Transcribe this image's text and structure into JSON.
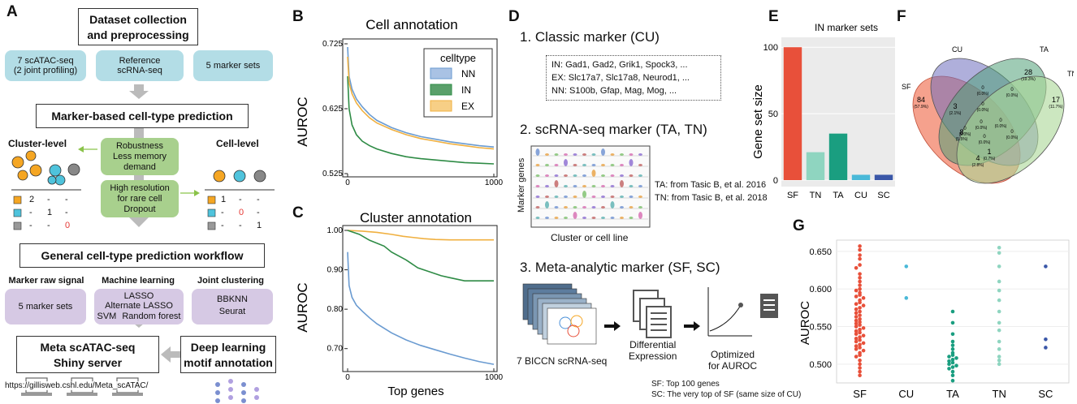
{
  "panel_labels": {
    "a": "A",
    "b": "B",
    "c": "C",
    "d": "D",
    "e": "E",
    "f": "F",
    "g": "G"
  },
  "panel_a": {
    "dataset_box": "Dataset collection\nand preprocessing",
    "scatac": "7 scATAC-seq\n(2 joint profiling)",
    "reference": "Reference\nscRNA-seq",
    "markers": "5 marker sets",
    "marker_pred": "Marker-based cell-type prediction",
    "cluster_level": "Cluster-level",
    "cell_level": "Cell-level",
    "robustness": "Robustness\nLess memory\ndemand",
    "high_res": "High resolution\nfor rare cell\nDropout",
    "cluster_table": [
      [
        "2",
        "-",
        "-"
      ],
      [
        "-",
        "1",
        "-"
      ],
      [
        "-",
        "-",
        "0"
      ]
    ],
    "cell_table": [
      [
        "1",
        "-",
        "-"
      ],
      [
        "-",
        "0",
        "-"
      ],
      [
        "-",
        "-",
        "1"
      ]
    ],
    "general_workflow": "General cell-type prediction workflow",
    "raw_signal_title": "Marker raw signal",
    "raw_signal_body": "5 marker sets",
    "ml_title": "Machine learning",
    "ml_lasso": "LASSO",
    "ml_alt": "Alternate LASSO",
    "ml_svm": "SVM",
    "ml_rf": "Random forest",
    "jc_title": "Joint clustering",
    "jc_bbknn": "BBKNN",
    "jc_seurat": "Seurat",
    "meta_box": "Meta scATAC-seq\nShiny server",
    "deep_box": "Deep learning\nmotif annotation",
    "url": "https://gillisweb.cshl.edu/Meta_scATAC/"
  },
  "panel_b": {
    "chart_data": {
      "type": "line",
      "title": "Cell annotation",
      "xlabel": "",
      "ylabel": "AUROC",
      "xlim": [
        0,
        1000
      ],
      "ylim": [
        0.525,
        0.725
      ],
      "yticks": [
        "0.725",
        "0.625",
        "0.525"
      ],
      "xticks": [
        "0",
        "1000"
      ],
      "legend_title": "celltype",
      "series": [
        {
          "name": "NN",
          "color": "#6a9bd1",
          "x": [
            0,
            10,
            30,
            60,
            100,
            150,
            200,
            300,
            400,
            500,
            600,
            700,
            800,
            900,
            1000
          ],
          "y": [
            0.72,
            0.675,
            0.655,
            0.64,
            0.628,
            0.616,
            0.607,
            0.596,
            0.588,
            0.582,
            0.578,
            0.574,
            0.571,
            0.568,
            0.566
          ]
        },
        {
          "name": "IN",
          "color": "#2e8b45",
          "x": [
            0,
            10,
            30,
            60,
            100,
            150,
            200,
            300,
            400,
            500,
            600,
            700,
            800,
            900,
            1000
          ],
          "y": [
            0.675,
            0.625,
            0.6,
            0.585,
            0.575,
            0.568,
            0.563,
            0.556,
            0.551,
            0.548,
            0.546,
            0.544,
            0.542,
            0.541,
            0.54
          ]
        },
        {
          "name": "EX",
          "color": "#f0b040",
          "x": [
            0,
            10,
            30,
            60,
            100,
            150,
            200,
            300,
            400,
            500,
            600,
            700,
            800,
            900,
            1000
          ],
          "y": [
            0.705,
            0.665,
            0.648,
            0.634,
            0.622,
            0.611,
            0.603,
            0.593,
            0.585,
            0.579,
            0.575,
            0.571,
            0.568,
            0.565,
            0.563
          ]
        }
      ]
    }
  },
  "panel_c": {
    "chart_data": {
      "type": "line",
      "title": "Cluster annotation",
      "xlabel": "Top genes",
      "ylabel": "AUROC",
      "xlim": [
        0,
        1000
      ],
      "ylim": [
        0.65,
        1.0
      ],
      "yticks": [
        "1.00",
        "0.90",
        "0.80",
        "0.70"
      ],
      "xticks": [
        "0",
        "1000"
      ],
      "series": [
        {
          "color": "#f0b040",
          "x": [
            0,
            100,
            200,
            300,
            380,
            450,
            520,
            600,
            700,
            1000
          ],
          "y": [
            1.0,
            0.998,
            0.995,
            0.99,
            0.985,
            0.982,
            0.979,
            0.977,
            0.976,
            0.976
          ]
        },
        {
          "color": "#2e8b45",
          "x": [
            0,
            80,
            150,
            250,
            300,
            400,
            480,
            560,
            640,
            700,
            800,
            1000
          ],
          "y": [
            1.0,
            0.99,
            0.975,
            0.96,
            0.945,
            0.925,
            0.905,
            0.895,
            0.885,
            0.88,
            0.872,
            0.872
          ]
        },
        {
          "color": "#6a9bd1",
          "x": [
            0,
            10,
            30,
            60,
            100,
            150,
            200,
            300,
            400,
            500,
            600,
            700,
            800,
            900,
            1000
          ],
          "y": [
            0.945,
            0.86,
            0.83,
            0.81,
            0.795,
            0.778,
            0.763,
            0.74,
            0.722,
            0.708,
            0.697,
            0.686,
            0.676,
            0.667,
            0.66
          ]
        }
      ]
    }
  },
  "panel_d": {
    "cu_title": "1. Classic marker (CU)",
    "cu_lines": [
      "IN: Gad1, Gad2, Grik1, Spock3, ...",
      "EX: Slc17a7, Slc17a8, Neurod1, ...",
      "NN: S100b, Gfap, Mag, Mog, ..."
    ],
    "scrna_title": "2. scRNA-seq marker (TA, TN)",
    "marker_genes": "Marker genes",
    "cluster_line": "Cluster or cell line",
    "ta_note": "TA: from Tasic B, et al. 2016",
    "tn_note": "TN: from Tasic B, et al. 2018",
    "meta_title": "3. Meta-analytic marker (SF, SC)",
    "bicnn": "7 BICCN scRNA-seq",
    "diff_expr": "Differential\nExpression",
    "optimized": "Optimized\nfor AUROC",
    "sf_note": "SF: Top 100 genes",
    "sc_note": "SC: The very top of SF (same size of CU)"
  },
  "panel_e": {
    "chart_data": {
      "type": "bar",
      "title": "IN marker sets",
      "xlabel": "",
      "ylabel": "Gene set size",
      "categories": [
        "SF",
        "TN",
        "TA",
        "CU",
        "SC"
      ],
      "values": [
        100,
        21,
        35,
        4,
        4
      ],
      "colors": [
        "#e8503a",
        "#8fd5c0",
        "#1a9e80",
        "#4ab9d8",
        "#3a57a8"
      ],
      "ylim": [
        0,
        105
      ],
      "yticks": [
        "0",
        "50",
        "100"
      ]
    }
  },
  "panel_f": {
    "set_labels": [
      "SF",
      "CU",
      "TA",
      "TN"
    ],
    "regions": [
      {
        "n": "84",
        "p": "(57.9%)"
      },
      {
        "n": "0",
        "p": "(0.0%)"
      },
      {
        "n": "28",
        "p": "(19.3%)"
      },
      {
        "n": "17",
        "p": "(11.7%)"
      },
      {
        "n": "3",
        "p": "(2.1%)"
      },
      {
        "n": "0",
        "p": "(0.0%)"
      },
      {
        "n": "0",
        "p": "(0.0%)"
      },
      {
        "n": "0",
        "p": "(0.0%)"
      },
      {
        "n": "0",
        "p": "(0.0%)"
      },
      {
        "n": "0",
        "p": "(0.0%)"
      },
      {
        "n": "8",
        "p": "(5.5%)"
      },
      {
        "n": "0",
        "p": "(0.0%)"
      },
      {
        "n": "0",
        "p": "(0.0%)"
      },
      {
        "n": "1",
        "p": "(0.7%)"
      },
      {
        "n": "4",
        "p": "(2.8%)"
      }
    ]
  },
  "panel_g": {
    "chart_data": {
      "type": "scatter",
      "xlabel": "",
      "ylabel": "AUROC",
      "categories": [
        "SF",
        "CU",
        "TA",
        "TN",
        "SC"
      ],
      "ylim": [
        0.475,
        0.665
      ],
      "yticks": [
        "0.650",
        "0.600",
        "0.550",
        "0.500"
      ],
      "series": [
        {
          "category": "SF",
          "color": "#e8503a",
          "values": [
            0.657,
            0.652,
            0.645,
            0.64,
            0.632,
            0.628,
            0.62,
            0.615,
            0.61,
            0.605,
            0.6,
            0.598,
            0.595,
            0.592,
            0.59,
            0.588,
            0.585,
            0.582,
            0.58,
            0.578,
            0.575,
            0.573,
            0.57,
            0.568,
            0.565,
            0.563,
            0.56,
            0.558,
            0.556,
            0.554,
            0.552,
            0.55,
            0.548,
            0.546,
            0.544,
            0.542,
            0.54,
            0.538,
            0.536,
            0.534,
            0.532,
            0.53,
            0.528,
            0.526,
            0.524,
            0.522,
            0.52,
            0.518,
            0.515,
            0.512,
            0.51,
            0.505,
            0.5,
            0.495,
            0.49,
            0.485
          ]
        },
        {
          "category": "CU",
          "color": "#4ab9d8",
          "values": [
            0.63,
            0.588
          ]
        },
        {
          "category": "TA",
          "color": "#1a9e80",
          "values": [
            0.57,
            0.555,
            0.54,
            0.53,
            0.525,
            0.52,
            0.515,
            0.512,
            0.51,
            0.508,
            0.506,
            0.504,
            0.502,
            0.5,
            0.498,
            0.496,
            0.494,
            0.49,
            0.485,
            0.478
          ]
        },
        {
          "category": "TN",
          "color": "#8fd5c0",
          "values": [
            0.655,
            0.648,
            0.63,
            0.61,
            0.598,
            0.585,
            0.57,
            0.555,
            0.545,
            0.53,
            0.52,
            0.51,
            0.505,
            0.5
          ]
        },
        {
          "category": "SC",
          "color": "#3a57a8",
          "values": [
            0.63,
            0.533,
            0.522
          ]
        }
      ]
    }
  }
}
